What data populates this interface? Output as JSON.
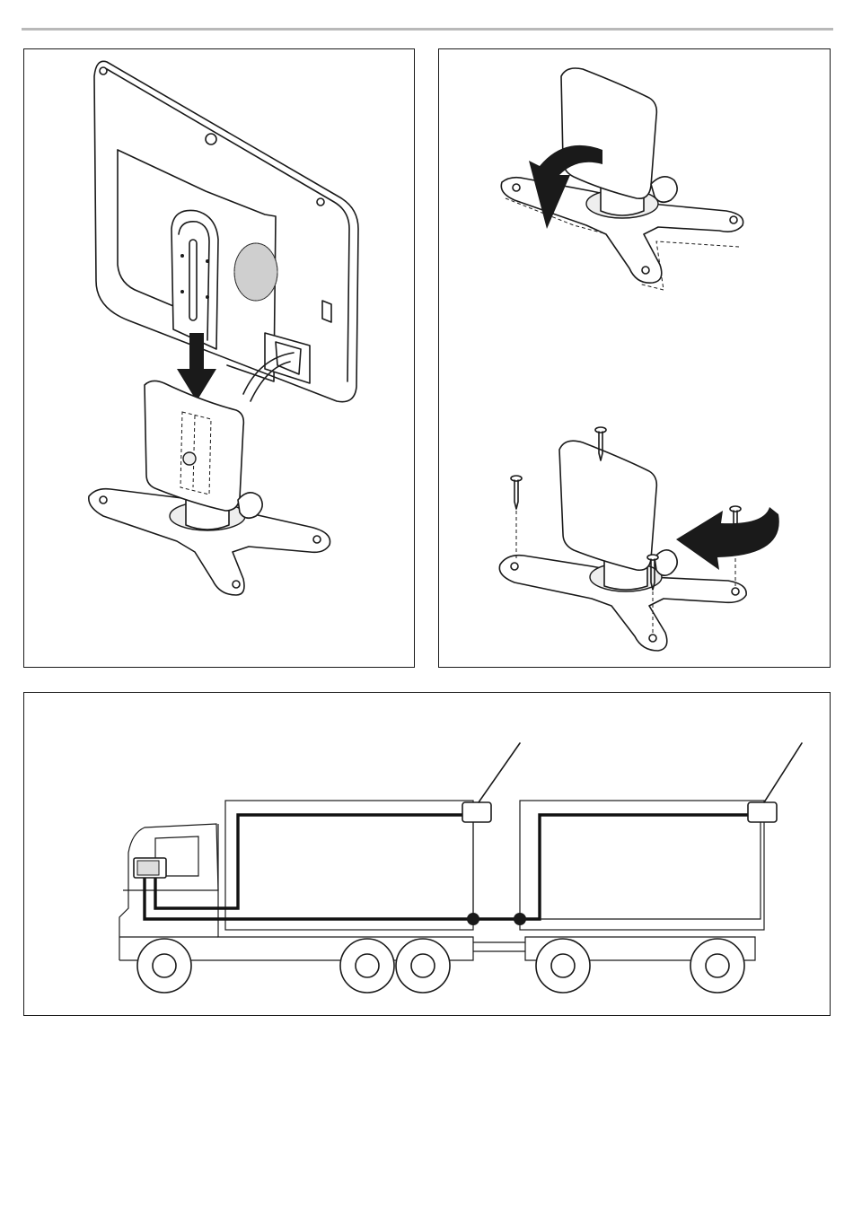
{
  "figure": {
    "panels": [
      {
        "id": "attach-monitor",
        "icons": [
          "monitor-icon",
          "arrow-down-icon",
          "stand-icon"
        ]
      },
      {
        "id": "rotate-stand",
        "icons": [
          "stand-icon",
          "curved-arrow-icon"
        ]
      },
      {
        "id": "screw-mount",
        "icons": [
          "stand-icon",
          "screw-icon",
          "curved-arrow-icon"
        ]
      },
      {
        "id": "truck-wiring",
        "icons": [
          "truck-icon",
          "trailer-icon",
          "camera-icon",
          "monitor-icon",
          "junction-icon"
        ]
      }
    ],
    "colors": {
      "line": "#1a1a1a",
      "rule": "#b9b9b9",
      "fill": "#eeeeee",
      "background": "#ffffff"
    }
  }
}
